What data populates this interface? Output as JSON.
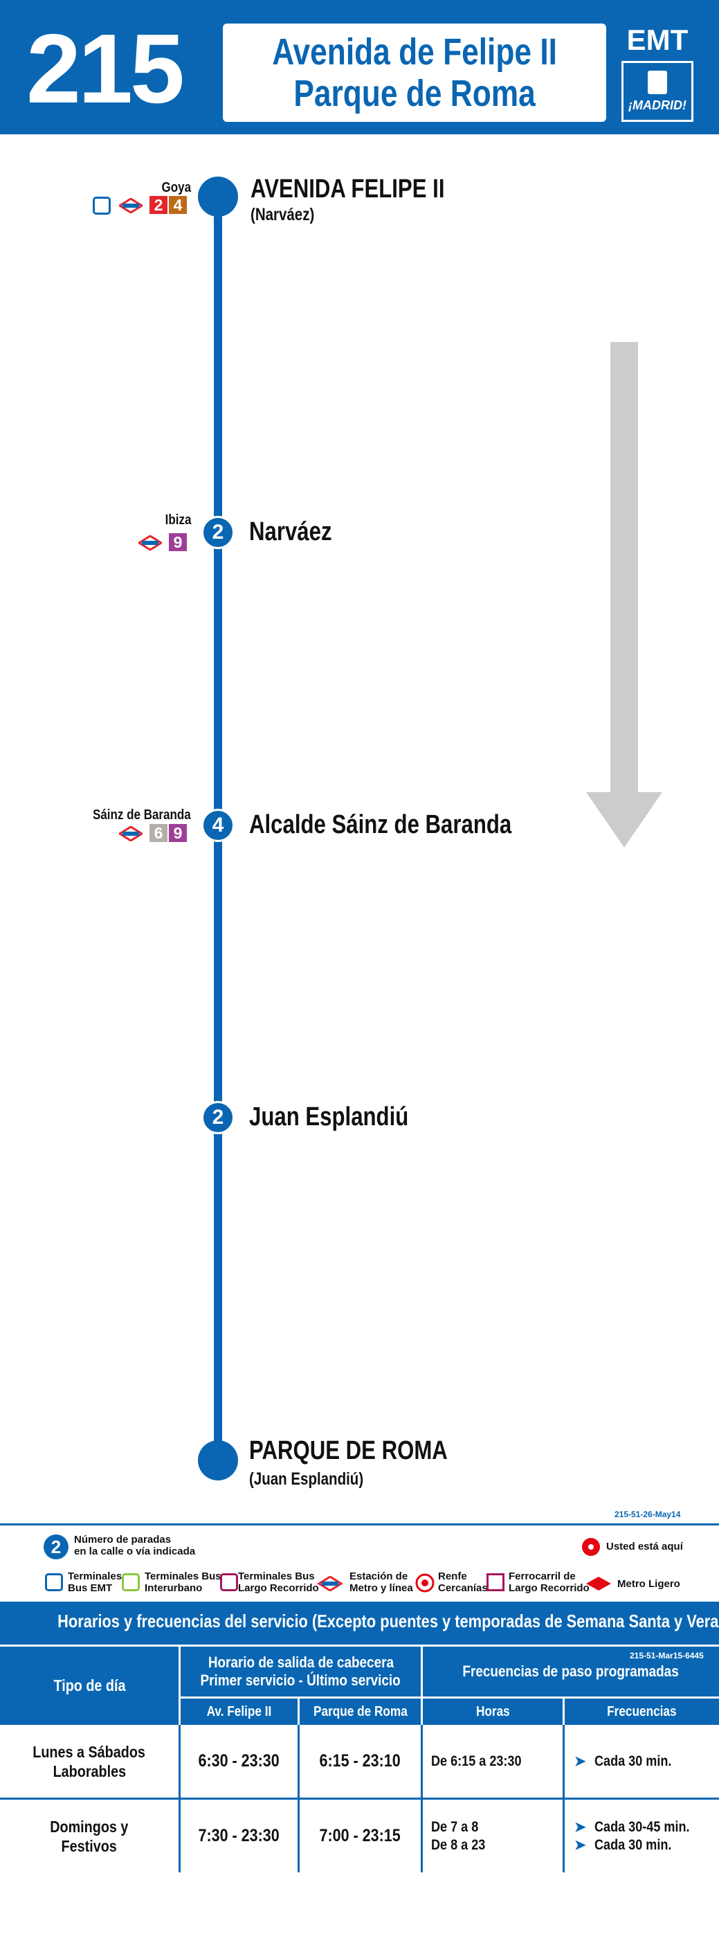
{
  "header": {
    "route_number": "215",
    "destination_line1": "Avenida de Felipe II",
    "destination_line2": "Parque de Roma",
    "operator": "EMT",
    "city_logo": "¡MADRID!"
  },
  "colors": {
    "brand_blue": "#0a66b2",
    "metro_line_2": "#e4262c",
    "metro_line_4": "#bc6a17",
    "metro_line_6": "#b5aeaa",
    "metro_line_9": "#9e3f97",
    "arrow_grey": "#cccccc"
  },
  "stops": [
    {
      "type": "terminal",
      "name": "AVENIDA FELIPE II",
      "sub": "(Narváez)",
      "connection_label": "Goya",
      "metro_lines": [
        "2",
        "4"
      ],
      "bus_terminal": true
    },
    {
      "type": "stop",
      "count": "2",
      "name": "Narváez",
      "connection_label": "Ibiza",
      "metro_lines": [
        "9"
      ]
    },
    {
      "type": "stop",
      "count": "4",
      "name": "Alcalde Sáinz de Baranda",
      "connection_label": "Sáinz de Baranda",
      "metro_lines": [
        "6",
        "9"
      ]
    },
    {
      "type": "stop",
      "count": "2",
      "name": "Juan Esplandiú"
    },
    {
      "type": "terminal",
      "name": "PARQUE DE ROMA",
      "sub": "(Juan Esplandiú)"
    }
  ],
  "map_code": "215-51-26-May14",
  "legend": {
    "badge_number": "2",
    "badge_text_1": "Número de paradas",
    "badge_text_2": "en la calle o vía indicada",
    "you_are_here": "Usted está aquí",
    "items": [
      {
        "icon": "bus-emt-icon",
        "line1": "Terminales",
        "line2": "Bus EMT"
      },
      {
        "icon": "bus-interurban-icon",
        "line1": "Terminales Bus",
        "line2": "Interurbano"
      },
      {
        "icon": "bus-long-distance-icon",
        "line1": "Terminales Bus",
        "line2": "Largo Recorrido"
      },
      {
        "icon": "metro-icon",
        "line1": "Estación de",
        "line2": "Metro y línea"
      },
      {
        "icon": "renfe-icon",
        "line1": "Renfe",
        "line2": "Cercanías"
      },
      {
        "icon": "train-long-distance-icon",
        "line1": "Ferrocarril de",
        "line2": "Largo Recorrido"
      },
      {
        "icon": "light-rail-icon",
        "line1": "Metro Ligero",
        "line2": ""
      }
    ]
  },
  "schedule": {
    "title": "Horarios y frecuencias del servicio (Excepto puentes y temporadas de Semana Santa y Verano)",
    "code": "215-51-Mar15-6445",
    "col_day_type": "Tipo de día",
    "col_departure_1": "Horario de salida de cabecera",
    "col_departure_2": "Primer servicio - Último servicio",
    "col_freq_group": "Frecuencias de paso programadas",
    "sub_av_felipe": "Av. Felipe II",
    "sub_parque_roma": "Parque de Roma",
    "sub_hours": "Horas",
    "sub_frequencies": "Frecuencias",
    "rows": [
      {
        "day_1": "Lunes a Sábados",
        "day_2": "Laborables",
        "felipe": "6:30 - 23:30",
        "roma": "6:15 - 23:10",
        "hours": [
          "De 6:15 a 23:30"
        ],
        "freqs": [
          "Cada 30 min."
        ]
      },
      {
        "day_1": "Domingos y",
        "day_2": "Festivos",
        "felipe": "7:30 - 23:30",
        "roma": "7:00 - 23:15",
        "hours": [
          "De 7 a 8",
          "De 8 a 23"
        ],
        "freqs": [
          "Cada 30-45 min.",
          "Cada 30 min."
        ]
      }
    ]
  }
}
